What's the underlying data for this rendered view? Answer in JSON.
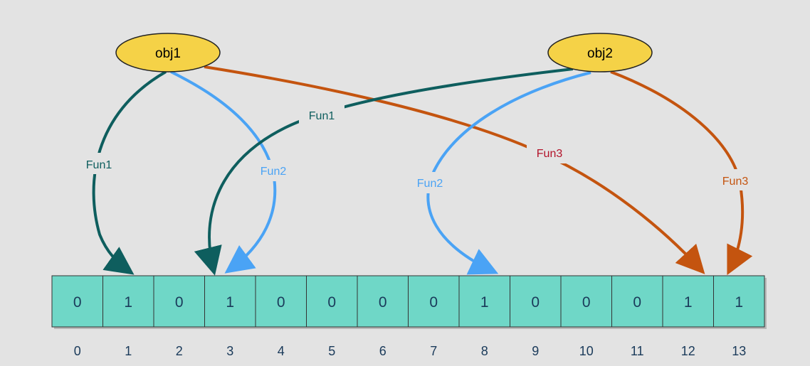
{
  "nodes": [
    {
      "id": "obj1",
      "label": "obj1"
    },
    {
      "id": "obj2",
      "label": "obj2"
    }
  ],
  "edges": [
    {
      "id": "obj1-fun1",
      "from": "obj1",
      "label": "Fun1",
      "target_index": 1,
      "color": "#0e5e5e"
    },
    {
      "id": "obj1-fun2",
      "from": "obj1",
      "label": "Fun2",
      "target_index": 3,
      "color": "#4aa3f5"
    },
    {
      "id": "obj1-fun3",
      "from": "obj1",
      "label": "Fun3",
      "target_index": 12,
      "color": "#c4540f",
      "label_color": "#b3132a"
    },
    {
      "id": "obj2-fun1",
      "from": "obj2",
      "label": "Fun1",
      "target_index": 3,
      "color": "#0e5e5e"
    },
    {
      "id": "obj2-fun2",
      "from": "obj2",
      "label": "Fun2",
      "target_index": 8,
      "color": "#4aa3f5"
    },
    {
      "id": "obj2-fun3",
      "from": "obj2",
      "label": "Fun3",
      "target_index": 13,
      "color": "#c4540f"
    }
  ],
  "bit_array": {
    "values": [
      "0",
      "1",
      "0",
      "1",
      "0",
      "0",
      "0",
      "0",
      "1",
      "0",
      "0",
      "0",
      "1",
      "1"
    ],
    "indices": [
      "0",
      "1",
      "2",
      "3",
      "4",
      "5",
      "6",
      "7",
      "8",
      "9",
      "10",
      "11",
      "12",
      "13"
    ]
  },
  "colors": {
    "background": "#e3e3e3",
    "node_fill": "#f5d247",
    "cell_fill": "#6fd7c7",
    "cell_stroke": "#333333"
  }
}
